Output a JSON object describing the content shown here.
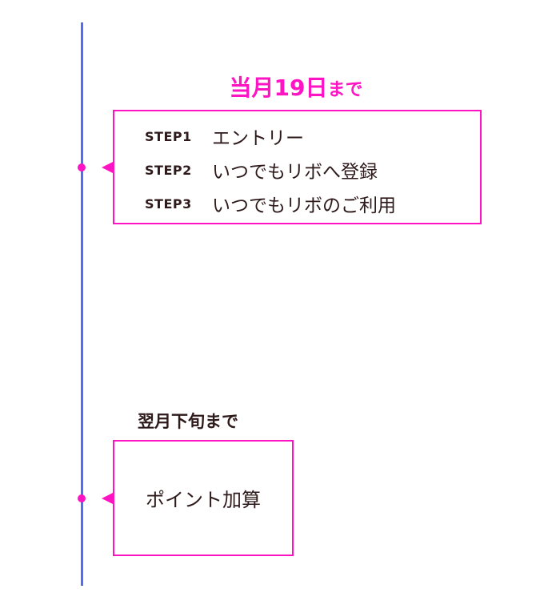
{
  "colors": {
    "accent": "#ff14c4",
    "timeline": "#4f6ef5",
    "text": "#2e1a1a"
  },
  "milestones": [
    {
      "deadline_main": "当月19日",
      "deadline_suffix": "まで",
      "steps": [
        {
          "label": "STEP1",
          "text": "エントリー"
        },
        {
          "label": "STEP2",
          "text": "いつでもリボへ登録"
        },
        {
          "label": "STEP3",
          "text": "いつでもリボのご利用"
        }
      ]
    },
    {
      "deadline": "翌月下旬まで",
      "text": "ポイント加算"
    }
  ]
}
